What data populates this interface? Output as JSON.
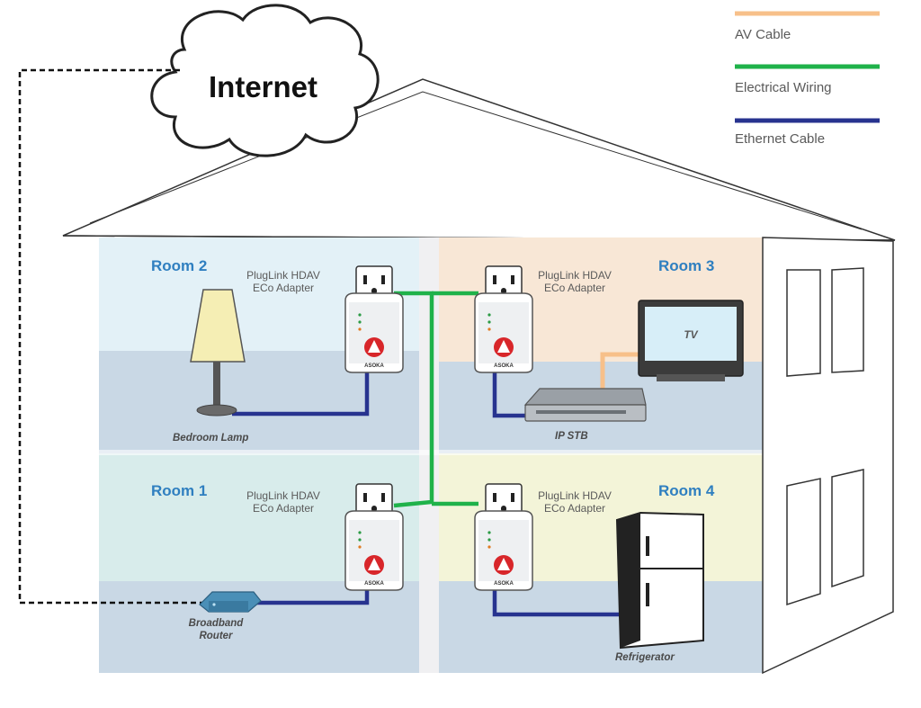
{
  "title": "Internet",
  "legend": [
    {
      "label": "AV Cable",
      "color": "#f7c08a"
    },
    {
      "label": "Electrical Wiring",
      "color": "#1fb24a"
    },
    {
      "label": "Ethernet Cable",
      "color": "#27338f"
    }
  ],
  "rooms": [
    {
      "name": "Room 2",
      "adapter_label": "PlugLink HDAV\nECo Adapter",
      "device": "Bedroom Lamp"
    },
    {
      "name": "Room 3",
      "adapter_label": "PlugLink HDAV\nECo Adapter",
      "devices": [
        "TV",
        "IP STB"
      ]
    },
    {
      "name": "Room 1",
      "adapter_label": "PlugLink HDAV\nECo Adapter",
      "device": "Broadband\nRouter"
    },
    {
      "name": "Room 4",
      "adapter_label": "PlugLink HDAV\nECo Adapter",
      "device": "Refrigerator"
    }
  ],
  "adapter_brand": "ASOKA",
  "colors": {
    "room_top_left": "#e3f1f7",
    "room_top_right": "#f8e7d6",
    "room_bottom_left": "#d8eceb",
    "room_bottom_right": "#f3f4d8",
    "floor": "#c9d8e5",
    "divider": "#f0f0f2",
    "title_blue": "#2f7fc0"
  }
}
